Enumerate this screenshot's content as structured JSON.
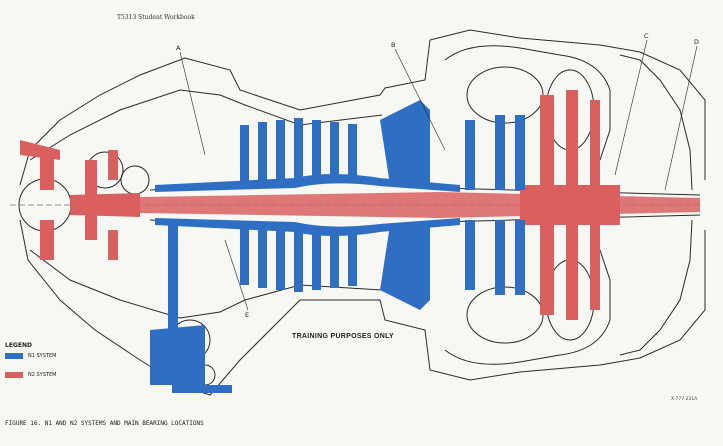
{
  "header_text": "T5313 Student Workbook",
  "watermark": "TRAINING PURPOSES ONLY",
  "legend": {
    "title": "LEGEND",
    "items": [
      {
        "label": "N1 SYSTEM",
        "color": "#2e6fc4"
      },
      {
        "label": "N2 SYSTEM",
        "color": "#d9605e"
      }
    ]
  },
  "callouts": {
    "a": "A",
    "b": "B",
    "c": "C",
    "d": "D",
    "e": "E"
  },
  "caption": "FIGURE 16. N1 AND N2 SYSTEMS AND MAIN BEARING LOCATIONS",
  "drawing_number": "X-777-231A",
  "colors": {
    "n1": "#2e6fc4",
    "n2": "#d9605e",
    "line": "#2a2a2a",
    "paper": "#f7f7f4"
  }
}
